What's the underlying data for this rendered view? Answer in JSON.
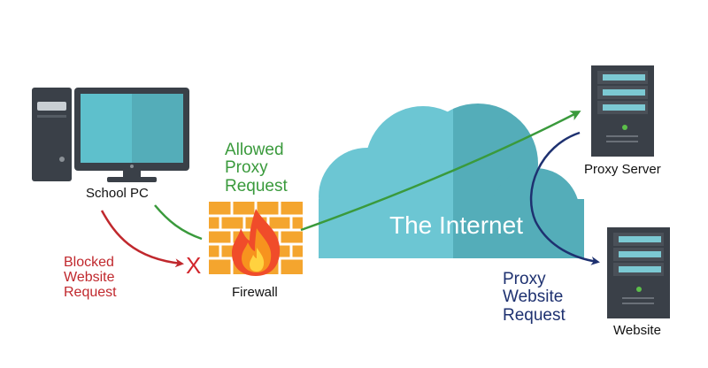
{
  "labels": {
    "school_pc": "School PC",
    "firewall": "Firewall",
    "internet": "The Internet",
    "proxy_server": "Proxy Server",
    "website": "Website",
    "blocked": [
      "Blocked",
      "Website",
      "Request"
    ],
    "allowed": [
      "Allowed",
      "Proxy",
      "Request"
    ],
    "proxy_request": [
      "Proxy",
      "Website",
      "Request"
    ],
    "blocked_mark": "X"
  },
  "colors": {
    "cloud_light": "#6cc6d3",
    "cloud_dark": "#54adb9",
    "monitor_frame": "#3a4048",
    "monitor_screen": "#5ec0cc",
    "tower": "#3a4048",
    "brick": "#f4a52e",
    "flame_red": "#f04c2a",
    "flame_orange": "#f7931e",
    "flame_yellow": "#ffd23f",
    "server_body": "#3a4048",
    "server_slot": "#7cc9d3",
    "server_led": "#5cbf4a",
    "blocked_arrow": "#c0282d",
    "allowed_arrow": "#3a9a3c",
    "proxy_arrow": "#1e3170"
  },
  "icons": [
    "computer-icon",
    "firewall-icon",
    "cloud-icon",
    "server-icon"
  ]
}
